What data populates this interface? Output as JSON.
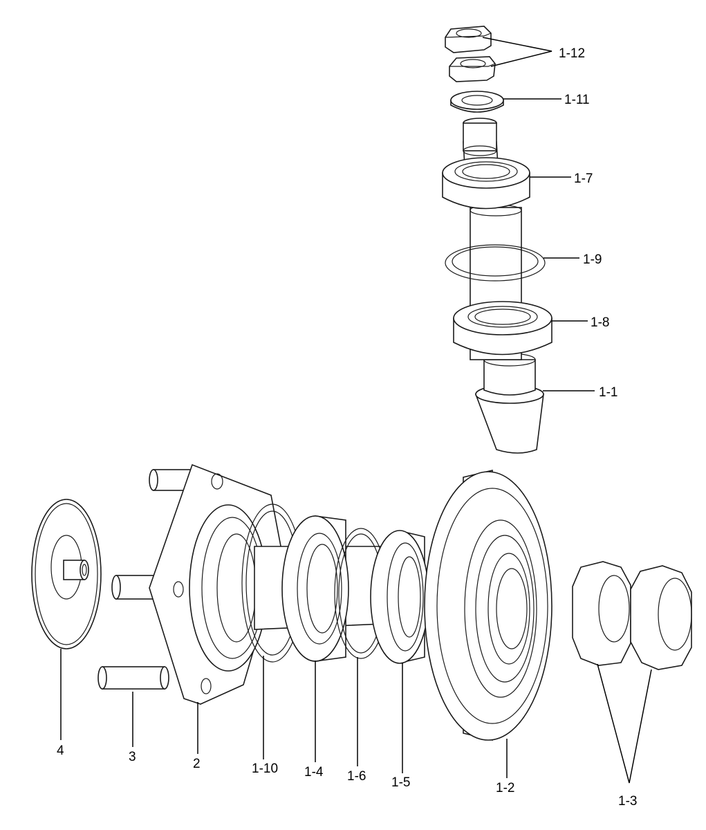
{
  "labels": {
    "p1_12": "1-12",
    "p1_11": "1-11",
    "p1_7": "1-7",
    "p1_9": "1-9",
    "p1_8": "1-8",
    "p1_1": "1-1",
    "p4": "4",
    "p3": "3",
    "p2": "2",
    "p1_10": "1-10",
    "p1_4": "1-4",
    "p1_6": "1-6",
    "p1_5": "1-5",
    "p1_2": "1-2",
    "p1_3": "1-3"
  }
}
